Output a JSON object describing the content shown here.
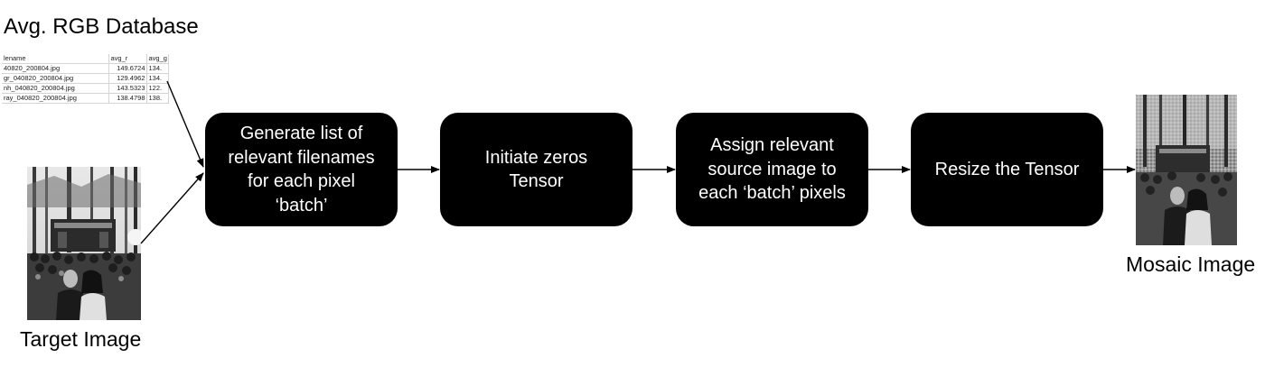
{
  "database": {
    "title": "Avg. RGB Database",
    "columns": [
      "lename",
      "avg_r",
      "avg_g"
    ],
    "rows": [
      [
        "40820_200804.jpg",
        "149.6724",
        "134."
      ],
      [
        "gr_040820_200804.jpg",
        "129.4962",
        "134."
      ],
      [
        "nh_040820_200804.jpg",
        "143.5323",
        "122."
      ],
      [
        "ray_040820_200804.jpg",
        "138.4798",
        "138."
      ]
    ]
  },
  "target_image": {
    "caption": "Target Image"
  },
  "mosaic_image": {
    "caption": "Mosaic Image"
  },
  "steps": [
    {
      "label": "Generate list of\nrelevant filenames\nfor each pixel\n‘batch’"
    },
    {
      "label": "Initiate zeros\nTensor"
    },
    {
      "label": "Assign relevant\nsource image to\neach ‘batch’ pixels"
    },
    {
      "label": "Resize the Tensor"
    }
  ],
  "colors": {
    "box_fill": "#000000",
    "box_text": "#ffffff",
    "arrow": "#000000"
  }
}
